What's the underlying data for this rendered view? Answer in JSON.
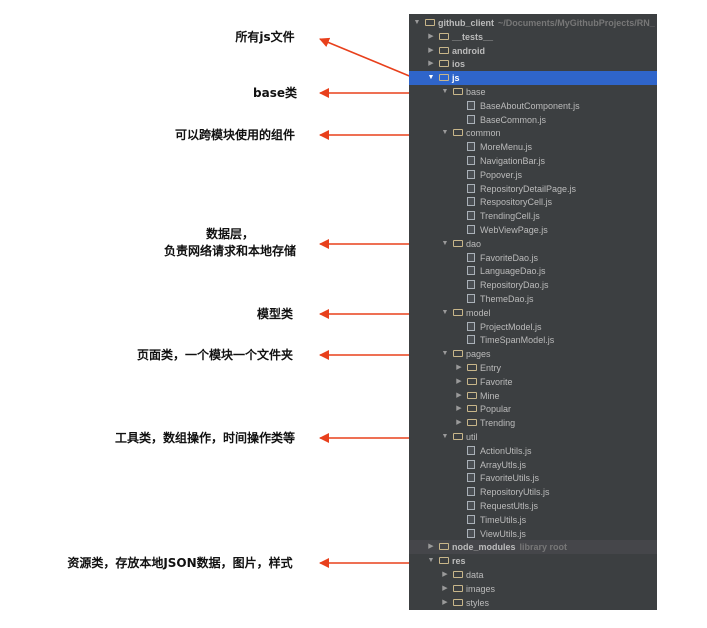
{
  "annotations": [
    {
      "id": "js",
      "lines": [
        "所有js文件"
      ]
    },
    {
      "id": "base",
      "lines": [
        "base类"
      ]
    },
    {
      "id": "common",
      "lines": [
        "可以跨模块使用的组件"
      ]
    },
    {
      "id": "dao",
      "lines": [
        "数据层，",
        "负责网络请求和本地存储"
      ]
    },
    {
      "id": "model",
      "lines": [
        "模型类"
      ]
    },
    {
      "id": "pages",
      "lines": [
        "页面类，一个模块一个文件夹"
      ]
    },
    {
      "id": "util",
      "lines": [
        "工具类，数组操作，时间操作类等"
      ]
    },
    {
      "id": "res",
      "lines": [
        "资源类，存放本地JSON数据，图片，样式"
      ]
    }
  ],
  "colors": {
    "arrow": "#e8401c",
    "panel": "#3c3f41",
    "selected": "#2f65ca"
  },
  "tree": [
    {
      "label": "github_client",
      "suffix": "~/Documents/MyGithubProjects/RN_",
      "type": "folder",
      "expanded": true,
      "depth": 0
    },
    {
      "label": "__tests__",
      "type": "folder",
      "expanded": false,
      "depth": 1
    },
    {
      "label": "android",
      "type": "folder",
      "expanded": false,
      "depth": 1
    },
    {
      "label": "ios",
      "type": "folder",
      "expanded": false,
      "depth": 1
    },
    {
      "label": "js",
      "type": "folder",
      "expanded": true,
      "depth": 1,
      "selected": true
    },
    {
      "label": "base",
      "type": "folder",
      "expanded": true,
      "depth": 2
    },
    {
      "label": "BaseAboutComponent.js",
      "type": "file",
      "depth": 3
    },
    {
      "label": "BaseCommon.js",
      "type": "file",
      "depth": 3
    },
    {
      "label": "common",
      "type": "folder",
      "expanded": true,
      "depth": 2
    },
    {
      "label": "MoreMenu.js",
      "type": "file",
      "depth": 3
    },
    {
      "label": "NavigationBar.js",
      "type": "file",
      "depth": 3
    },
    {
      "label": "Popover.js",
      "type": "file",
      "depth": 3
    },
    {
      "label": "RepositoryDetailPage.js",
      "type": "file",
      "depth": 3
    },
    {
      "label": "RespositoryCell.js",
      "type": "file",
      "depth": 3
    },
    {
      "label": "TrendingCell.js",
      "type": "file",
      "depth": 3
    },
    {
      "label": "WebViewPage.js",
      "type": "file",
      "depth": 3
    },
    {
      "label": "dao",
      "type": "folder",
      "expanded": true,
      "depth": 2
    },
    {
      "label": "FavoriteDao.js",
      "type": "file",
      "depth": 3
    },
    {
      "label": "LanguageDao.js",
      "type": "file",
      "depth": 3
    },
    {
      "label": "RepositoryDao.js",
      "type": "file",
      "depth": 3
    },
    {
      "label": "ThemeDao.js",
      "type": "file",
      "depth": 3
    },
    {
      "label": "model",
      "type": "folder",
      "expanded": true,
      "depth": 2
    },
    {
      "label": "ProjectModel.js",
      "type": "file",
      "depth": 3
    },
    {
      "label": "TimeSpanModel.js",
      "type": "file",
      "depth": 3
    },
    {
      "label": "pages",
      "type": "folder",
      "expanded": true,
      "depth": 2
    },
    {
      "label": "Entry",
      "type": "folder",
      "expanded": false,
      "depth": 3
    },
    {
      "label": "Favorite",
      "type": "folder",
      "expanded": false,
      "depth": 3
    },
    {
      "label": "Mine",
      "type": "folder",
      "expanded": false,
      "depth": 3
    },
    {
      "label": "Popular",
      "type": "folder",
      "expanded": false,
      "depth": 3
    },
    {
      "label": "Trending",
      "type": "folder",
      "expanded": false,
      "depth": 3
    },
    {
      "label": "util",
      "type": "folder",
      "expanded": true,
      "depth": 2
    },
    {
      "label": "ActionUtils.js",
      "type": "file",
      "depth": 3
    },
    {
      "label": "ArrayUtls.js",
      "type": "file",
      "depth": 3
    },
    {
      "label": "FavoriteUtils.js",
      "type": "file",
      "depth": 3
    },
    {
      "label": "RepositoryUtils.js",
      "type": "file",
      "depth": 3
    },
    {
      "label": "RequestUtls.js",
      "type": "file",
      "depth": 3
    },
    {
      "label": "TimeUtils.js",
      "type": "file",
      "depth": 3
    },
    {
      "label": "ViewUtils.js",
      "type": "file",
      "depth": 3
    },
    {
      "label": "node_modules",
      "suffix": "library root",
      "type": "folder",
      "expanded": false,
      "depth": 1,
      "library": true
    },
    {
      "label": "res",
      "type": "folder",
      "expanded": true,
      "depth": 1
    },
    {
      "label": "data",
      "type": "folder",
      "expanded": false,
      "depth": 2
    },
    {
      "label": "images",
      "type": "folder",
      "expanded": false,
      "depth": 2
    },
    {
      "label": "styles",
      "type": "folder",
      "expanded": false,
      "depth": 2
    }
  ]
}
